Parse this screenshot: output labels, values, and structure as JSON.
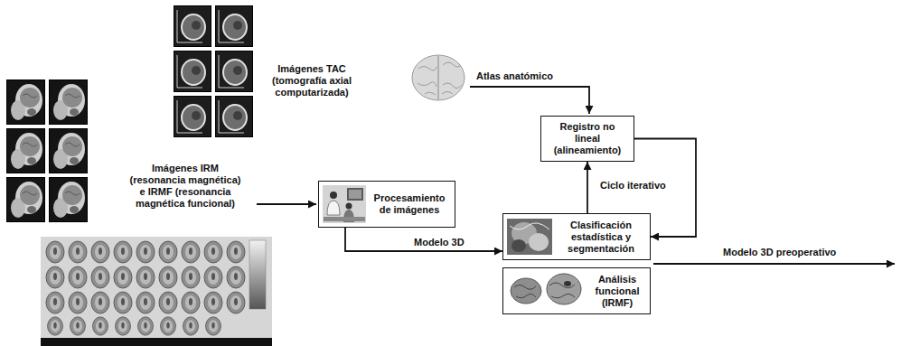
{
  "diagram": {
    "nodes": [
      {
        "text": [
          "Procesamiento de imágenes"
        ]
      },
      {
        "text": [
          "Registro no lineal (alineamiento)"
        ]
      },
      {
        "text": [
          "Clasificación estadística y segmentación"
        ]
      },
      {
        "text": [
          "Análisis funcional (IRMF)"
        ]
      }
    ],
    "edges": [
      {
        "from": 0,
        "to": 2,
        "label": "Modelo 3D",
        "arrow": "to"
      },
      {
        "from": 2,
        "to": 1,
        "arrow": "to"
      },
      {
        "from": 1,
        "to": 2,
        "label": "Ciclo iterativo",
        "arrow": "to"
      }
    ],
    "labels": [
      "Imágenes TAC (tomografía axial computarizada)",
      "Imágenes IRM (resonancia magnética) e IRMF (resonancia magnética funcional)",
      "Atlas anatómico",
      "Modelo 3D preoperativo"
    ]
  }
}
